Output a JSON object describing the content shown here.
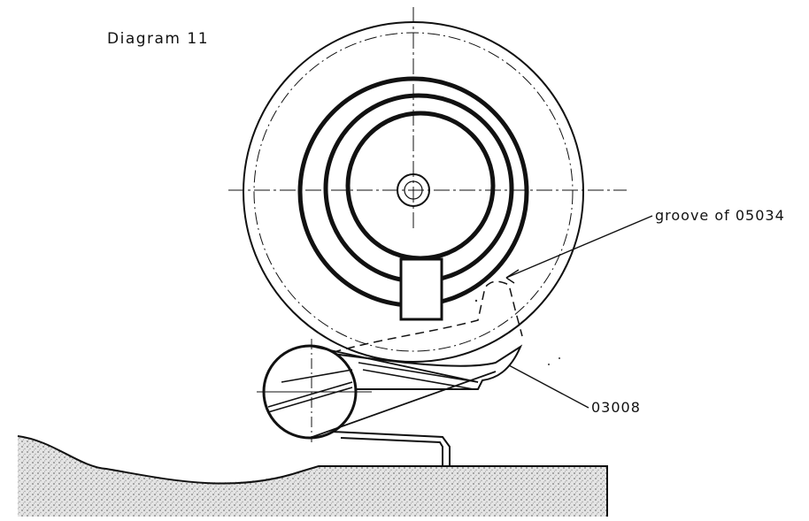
{
  "diagram": {
    "title": "Diagram 11",
    "labels": {
      "groove": "groove of 05034",
      "part": "03008"
    },
    "colors": {
      "ink": "#111111",
      "ground_fill": "#cfcfcf",
      "background": "#ffffff"
    }
  }
}
